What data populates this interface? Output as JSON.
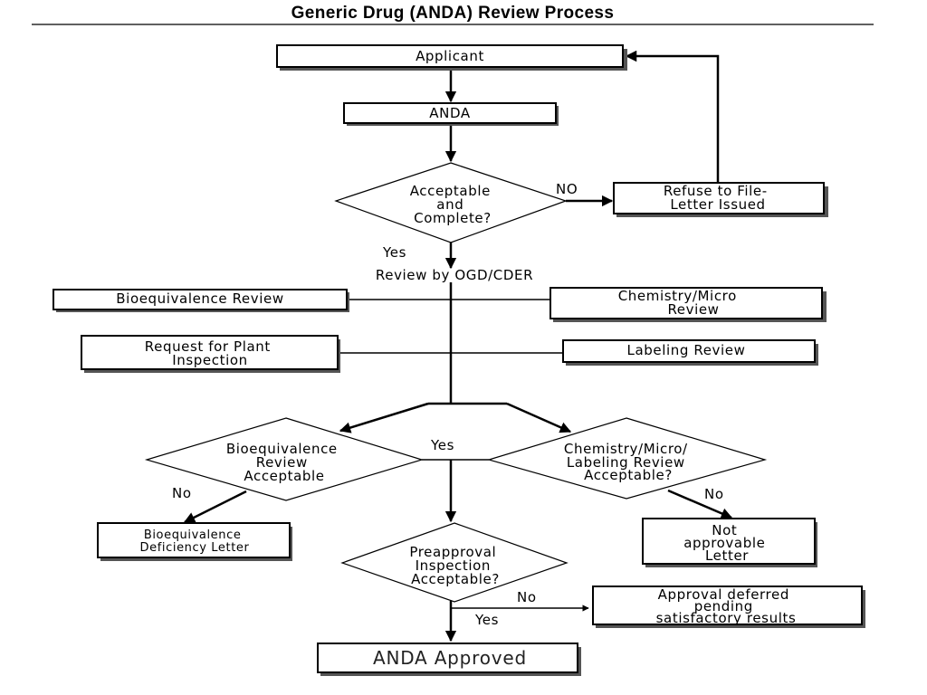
{
  "title": "Generic Drug (ANDA) Review Process",
  "nodes": {
    "applicant": "Applicant",
    "anda": "ANDA",
    "acceptable": [
      "Acceptable",
      "and",
      "Complete?"
    ],
    "refuse": [
      "Refuse to File-",
      "Letter Issued"
    ],
    "review_by": "Review by OGD/CDER",
    "bioeq_review": "Bioequivalence Review",
    "chem_micro_review": [
      "Chemistry/Micro",
      "Review"
    ],
    "plant_inspection": [
      "Request for Plant",
      "Inspection"
    ],
    "labeling_review": "Labeling Review",
    "bioeq_acceptable": [
      "Bioequivalence",
      "Review",
      "Acceptable"
    ],
    "chem_label_acceptable": [
      "Chemistry/Micro/",
      "Labeling Review",
      "Acceptable?"
    ],
    "bioeq_deficiency": [
      "Bioequivalence",
      "Deficiency Letter"
    ],
    "not_approvable": [
      "Not",
      "approvable",
      "Letter"
    ],
    "preapproval": [
      "Preapproval",
      "Inspection",
      "Acceptable?"
    ],
    "approval_deferred": [
      "Approval deferred",
      "pending",
      "satisfactory results"
    ],
    "anda_approved": "ANDA Approved"
  },
  "edge_labels": {
    "no_upper": "NO",
    "yes_upper": "Yes",
    "yes_middle": "Yes",
    "no_left": "No",
    "no_right": "No",
    "no_bottom": "No",
    "yes_bottom": "Yes"
  }
}
